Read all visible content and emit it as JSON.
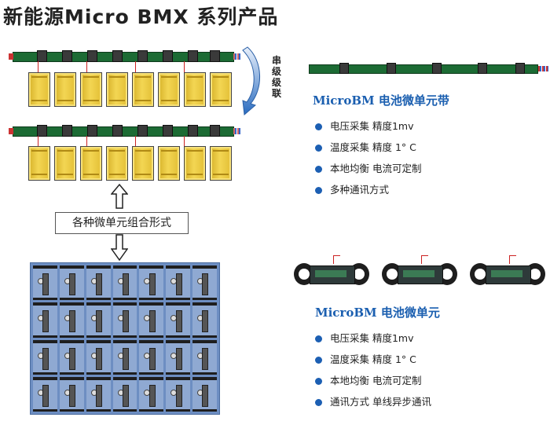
{
  "header": {
    "title": "新能源Micro BMX  系列产品"
  },
  "left": {
    "series_label": "串级级联",
    "series_chars": [
      "串",
      "级",
      "级",
      "联"
    ],
    "combo_label": "各种微单元组合形式"
  },
  "belt": {
    "title": "MicroBM 电池微单元带",
    "features": [
      "电压采集   精度1mv",
      "温度采集   精度 1° C",
      "本地均衡   电流可定制",
      "多种通讯方式"
    ]
  },
  "unit": {
    "title": "MicroBM 电池微单元",
    "features": [
      "电压采集   精度1mv",
      "温度采集   精度 1° C",
      "本地均衡   电流可定制",
      "通讯方式   单线异步通讯"
    ]
  },
  "colors": {
    "accent": "#1b5fb0",
    "bullet": "#1c5fb3",
    "pcb": "#1c6b34",
    "cell": "#f3d653",
    "pack": "#6d8ec2"
  }
}
